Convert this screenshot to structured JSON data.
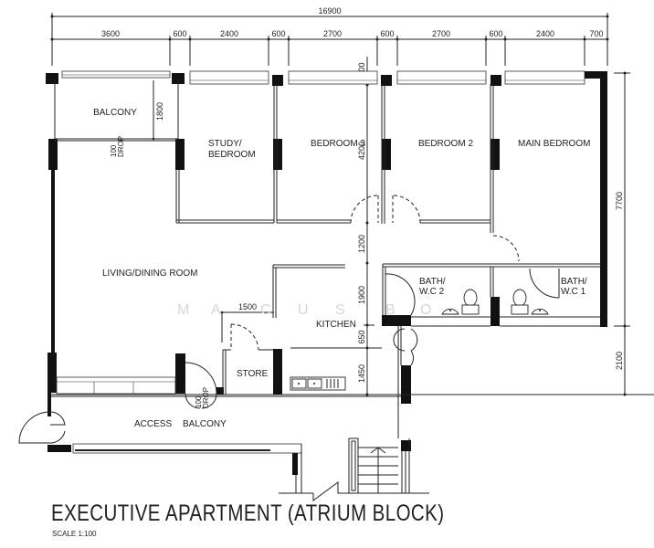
{
  "title": "EXECUTIVE APARTMENT   (ATRIUM BLOCK)",
  "scale": "SCALE   1:100",
  "watermark": [
    "M",
    "A",
    "C",
    "U",
    "S",
    "B",
    "O"
  ],
  "dimensions": {
    "overall_width": "16900",
    "top_segments": [
      "3600",
      "600",
      "2400",
      "600",
      "2700",
      "600",
      "2700",
      "600",
      "2400",
      "700"
    ],
    "right_vertical": [
      "7700",
      "2100"
    ],
    "interior_vertical": [
      "400",
      "4200",
      "1200",
      "1900",
      "650",
      "1450"
    ],
    "balcony_depth": "1800",
    "store_width": "1500"
  },
  "rooms": {
    "balcony": "BALCONY",
    "study_line1": "STUDY/",
    "study_line2": "BEDROOM",
    "bedroom3": "BEDROOM 3",
    "bedroom2": "BEDROOM 2",
    "main_bedroom": "MAIN BEDROOM",
    "living_dining": "LIVING/DINING ROOM",
    "kitchen": "KITCHEN",
    "store": "STORE",
    "bath2_line1": "BATH/",
    "bath2_line2": "W.C 2",
    "bath1_line1": "BATH/",
    "bath1_line2": "W.C 1",
    "access": "ACCESS",
    "access_balcony": "BALCONY"
  },
  "annotations": {
    "drop_top_1": "100",
    "drop_top_2": "DROP",
    "drop_bottom_1": "100",
    "drop_bottom_2": "DROP"
  }
}
